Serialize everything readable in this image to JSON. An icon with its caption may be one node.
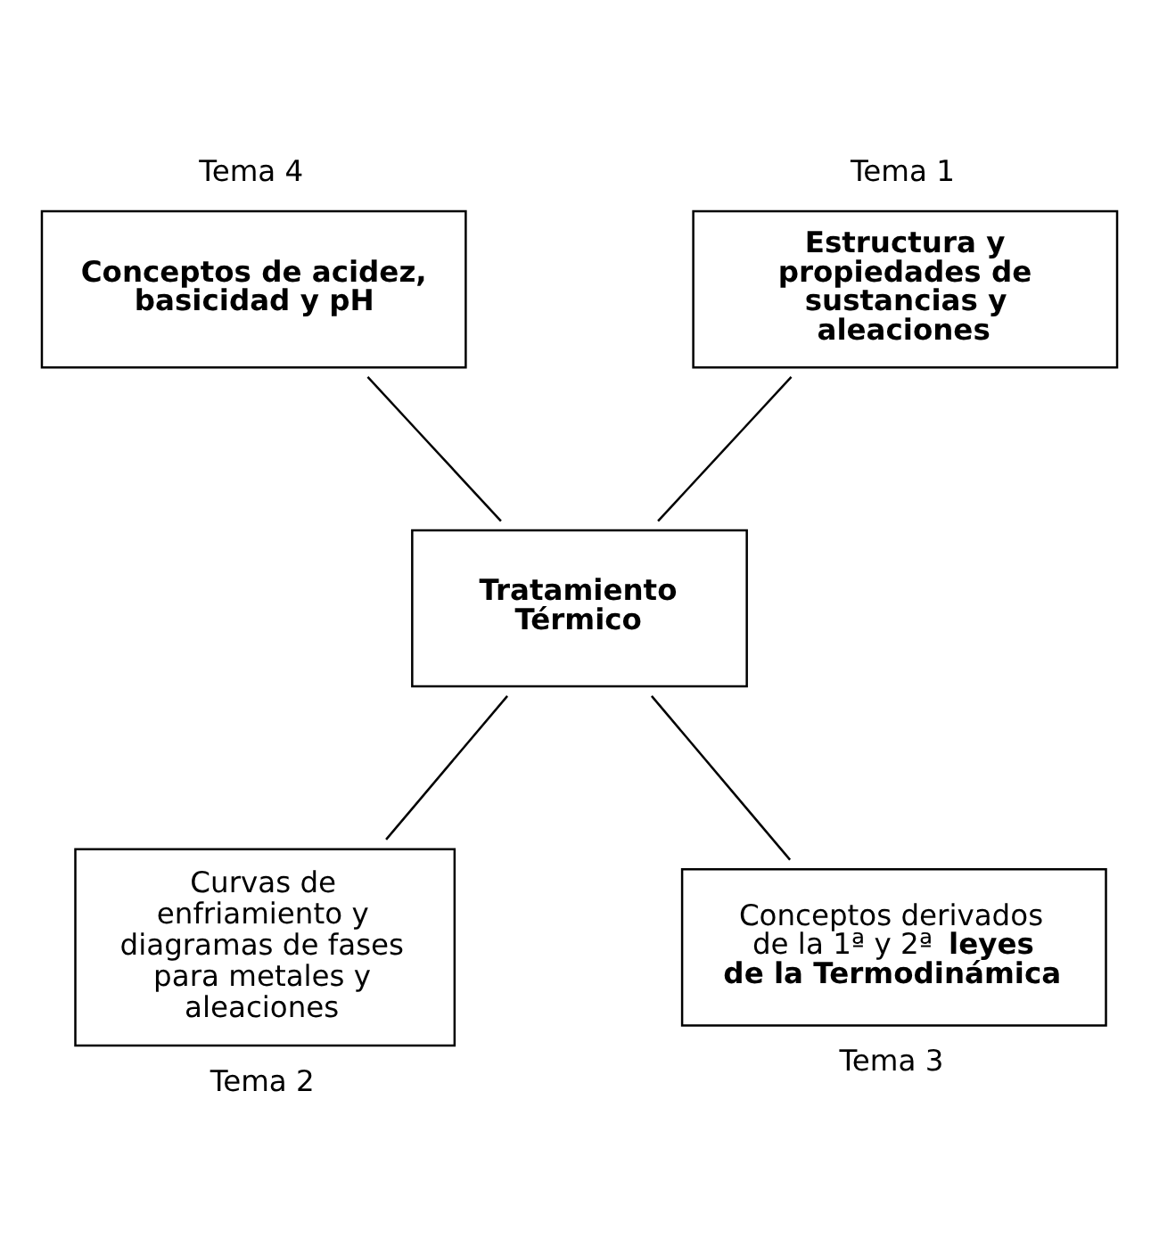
{
  "diagram": {
    "nodes": [
      {
        "text": [
          "Tratamiento Térmico"
        ]
      },
      {
        "text": [
          "Conceptos de acidez, basicidad y pH"
        ],
        "beside": [
          "Tema 4"
        ]
      },
      {
        "text": [
          "Estructura y propiedades de sustancias y aleaciones"
        ],
        "beside": [
          "Tema 1"
        ]
      },
      {
        "text": [
          "Curvas de enfriamiento y diagramas de fases para metales y aleaciones"
        ],
        "beside": [
          "Tema 2"
        ]
      },
      {
        "text": [
          "Conceptos derivados de la 1ª y 2ª **leyes de la Termodinámica**"
        ],
        "beside": [
          "Tema 3"
        ]
      }
    ],
    "edges": [
      {
        "from": 0,
        "to": 1,
        "arrow": "none"
      },
      {
        "from": 0,
        "to": 2,
        "arrow": "none"
      },
      {
        "from": 0,
        "to": 3,
        "arrow": "none"
      },
      {
        "from": 0,
        "to": 4,
        "arrow": "none"
      }
    ]
  }
}
